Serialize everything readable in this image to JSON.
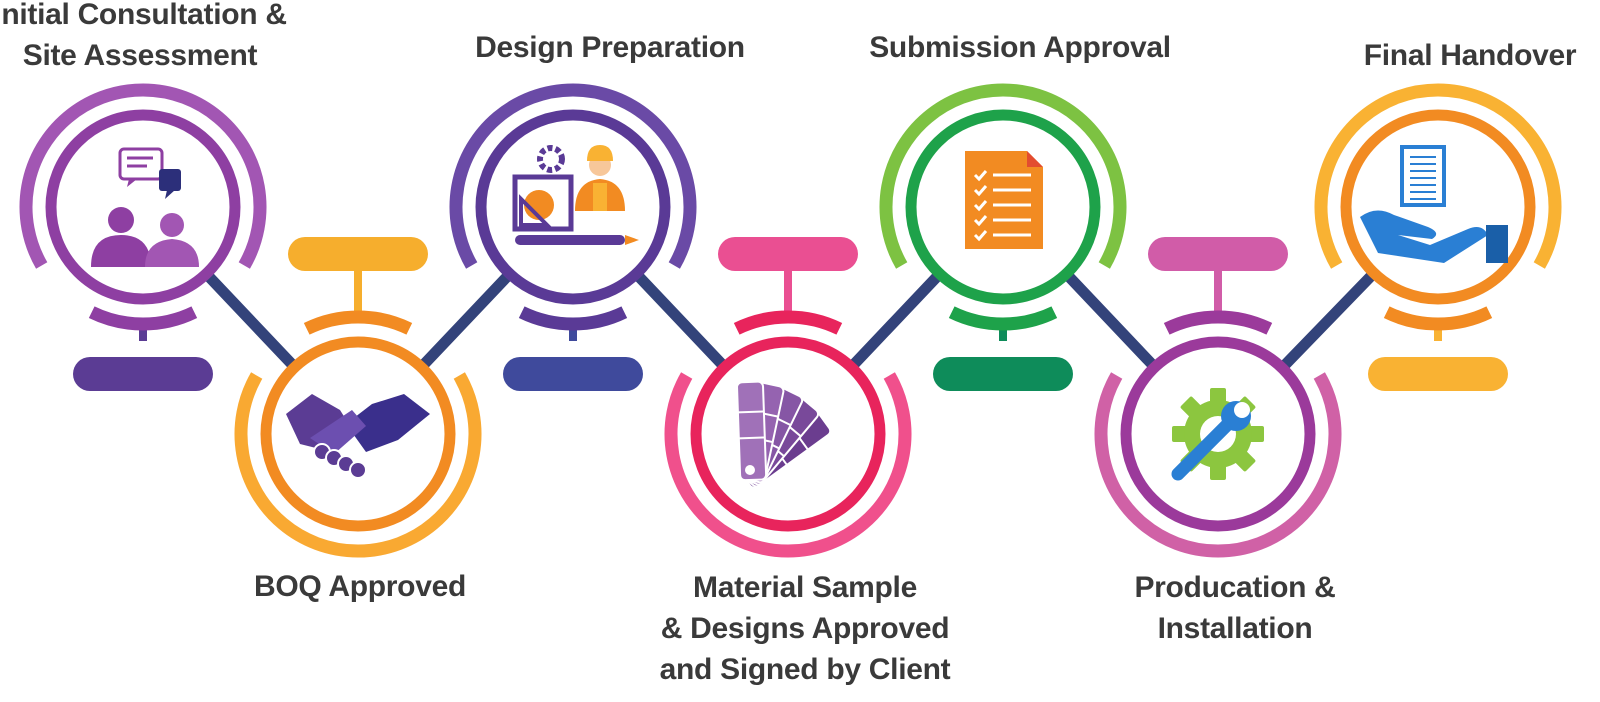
{
  "diagram": {
    "connector_color": "#33437a",
    "steps": [
      {
        "label": "Initial Consultation &\nSite Assessment",
        "icon": "consultation-people-icon",
        "color": "#8e3fa2",
        "color_light": "#a256b3",
        "pill_color": "#5b3c94"
      },
      {
        "label": "BOQ Approved",
        "icon": "handshake-icon",
        "color": "#f28b22",
        "color_light": "#f9a932",
        "pill_color": "#f6ae2d"
      },
      {
        "label": "Design Preparation",
        "icon": "design-engineer-icon",
        "color": "#5a3a96",
        "color_light": "#6a4aa6",
        "pill_color": "#3f4a9c"
      },
      {
        "label": "Material Sample\n& Designs Approved\nand Signed by Client",
        "icon": "material-swatch-icon",
        "color": "#e8245c",
        "color_light": "#f0508c",
        "pill_color": "#ea4f92"
      },
      {
        "label": "Submission Approval",
        "icon": "document-checklist-icon",
        "color": "#1ea24a",
        "color_light": "#7dc242",
        "pill_color": "#0e8c5a"
      },
      {
        "label": "Producation &\nInstallation",
        "icon": "wrench-gear-icon",
        "color": "#9b3a9b",
        "color_light": "#d061a6",
        "pill_color": "#d15ca8"
      },
      {
        "label": "Final Handover",
        "icon": "hand-document-icon",
        "color": "#f28b22",
        "color_light": "#f9b233",
        "pill_color": "#f9b233"
      }
    ]
  }
}
